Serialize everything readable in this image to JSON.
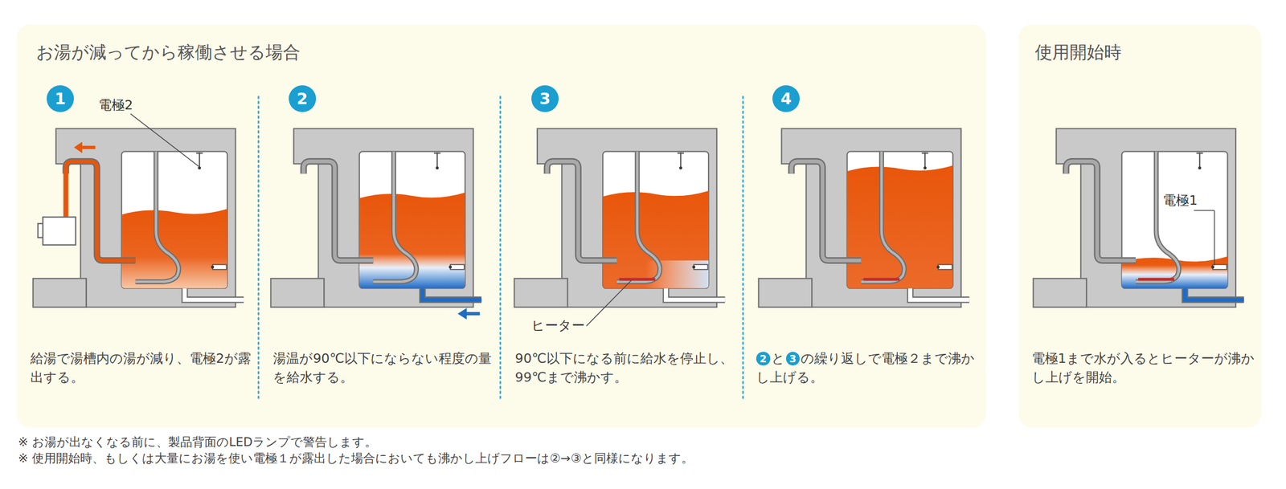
{
  "diagram": {
    "nodes": [
      {
        "text": [
          "お湯が減ってから稼働させる場合"
        ]
      },
      {
        "text": [
          "1"
        ],
        "in": 0
      },
      {
        "text": [
          "2"
        ],
        "in": 0
      },
      {
        "text": [
          "3"
        ],
        "in": 0
      },
      {
        "text": [
          "4"
        ],
        "in": 0
      },
      {
        "text": [
          "2"
        ],
        "in": 0
      },
      {
        "text": [
          "3"
        ],
        "in": 0
      },
      {
        "text": [
          "使用開始時"
        ]
      }
    ],
    "labels": [
      "電極2",
      "給湯で湯槽内の湯が減り、電極2が露出する。",
      "湯温が90℃以下にならない程度の量を給水する。",
      "90℃以下になる前に給水を停止し、99℃まで沸かす。",
      "ヒーター",
      "と",
      "の繰り返しで電極２まで沸かし上げる。",
      "電極1",
      "電極1まで水が入るとヒーターが沸かし上げを開始。",
      "※ お湯が出なくなる前に、製品背面のLEDランプで警告します。",
      "※ 使用開始時、もしくは大量にお湯を使い電極１が露出した場合においても沸かし上げフローは②→③と同様になります。"
    ]
  }
}
